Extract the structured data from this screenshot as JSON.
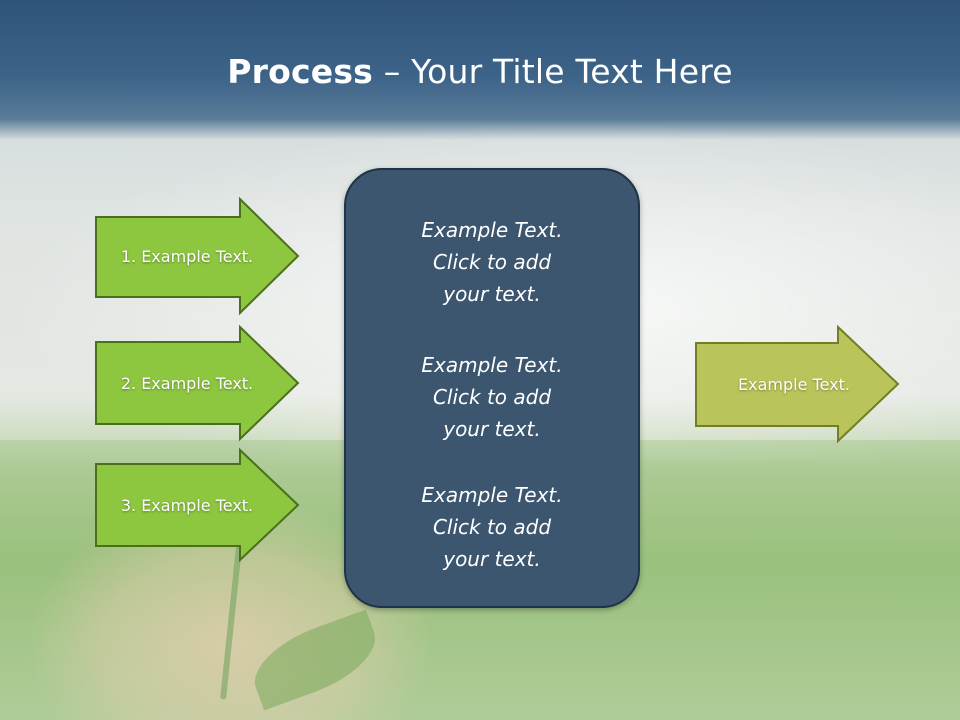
{
  "title": {
    "bold": "Process",
    "rest": " – Your Title Text Here"
  },
  "left_arrows": [
    {
      "label": "1. Example Text."
    },
    {
      "label": "2. Example Text."
    },
    {
      "label": "3. Example Text."
    }
  ],
  "panel_blocks": [
    {
      "lines": [
        "Example Text.",
        "Click  to add",
        "your text."
      ]
    },
    {
      "lines": [
        "Example Text.",
        "Click  to add",
        "your text."
      ]
    },
    {
      "lines": [
        "Example Text.",
        "Click  to add",
        "your text."
      ]
    }
  ],
  "right_arrow": {
    "label": "Example Text."
  },
  "colors": {
    "title_band": "#2f5478",
    "left_arrow_fill": "#8dc63f",
    "left_arrow_stroke": "#4b6f1c",
    "right_arrow_fill": "#b9c55a",
    "right_arrow_stroke": "#737d24",
    "panel_fill": "#3c566f",
    "panel_stroke": "#1e3347"
  }
}
